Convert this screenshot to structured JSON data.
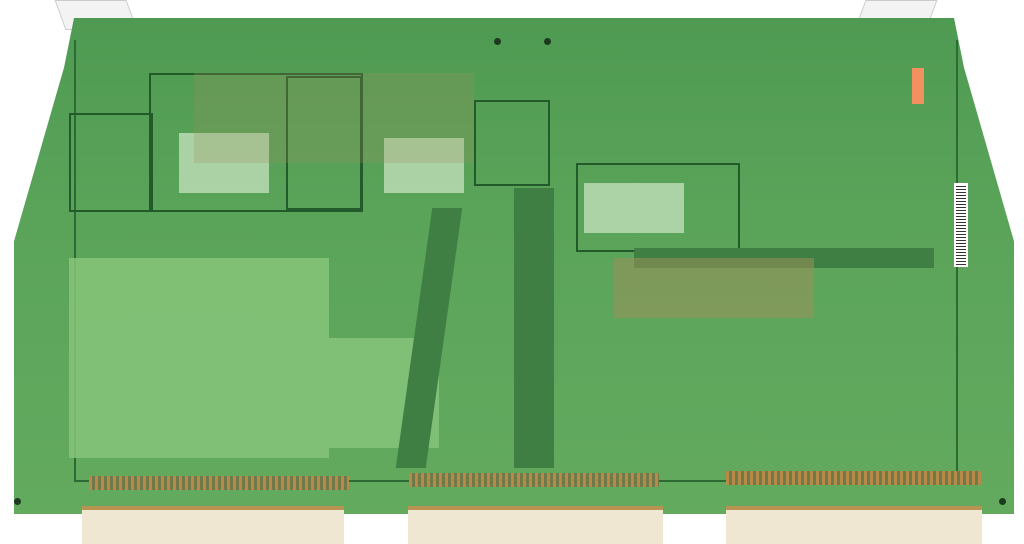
{
  "image": {
    "subject": "circuit-board",
    "colors": {
      "solder_mask": "#5aa45a",
      "outline": "#235a2a",
      "connector": "#efe7d2",
      "label": "#f29060",
      "gold_pins": "#b78a48"
    },
    "icons": [
      "ejector-clip-left",
      "ejector-clip-right",
      "edge-connector",
      "barcode-label",
      "orange-label"
    ]
  }
}
